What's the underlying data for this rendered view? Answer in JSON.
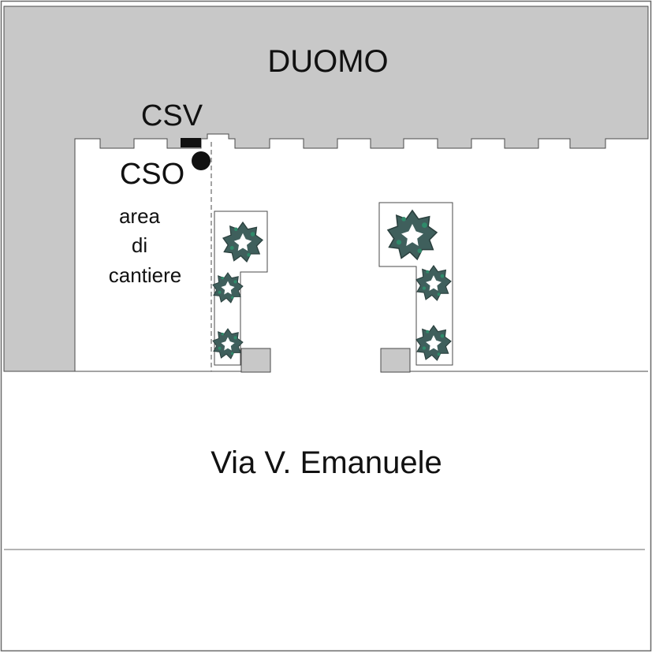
{
  "labels": {
    "building": "DUOMO",
    "csv": "CSV",
    "cso": "CSO",
    "site_line1": "area",
    "site_line2": "di",
    "site_line3": "cantiere",
    "street": "Via V. Emanuele"
  },
  "colors": {
    "building_fill": "#c8c8c8",
    "outline": "#4a4a4a",
    "tree_dark": "#3f5f5c",
    "tree_accent": "#2f8a6a",
    "marker": "#111111",
    "background": "#ffffff"
  },
  "icons": {
    "tree": "tree-icon",
    "cso_marker": "cso-marker-icon",
    "csv_marker": "csv-marker-icon"
  }
}
